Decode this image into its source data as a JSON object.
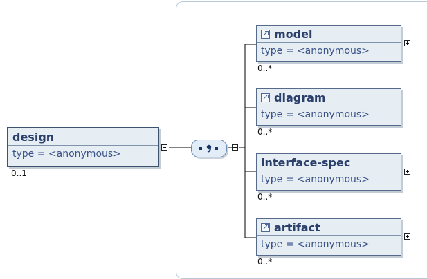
{
  "root": {
    "name": "design",
    "type_text": "type = <anonymous>",
    "occurrence": "0..1"
  },
  "children": [
    {
      "name": "model",
      "type_text": "type = <anonymous>",
      "occurrence": "0..*",
      "reference_icon": true,
      "expandable": true
    },
    {
      "name": "diagram",
      "type_text": "type = <anonymous>",
      "occurrence": "0..*",
      "reference_icon": true,
      "expandable": false
    },
    {
      "name": "interface-spec",
      "type_text": "type = <anonymous>",
      "occurrence": "0..*",
      "reference_icon": false,
      "expandable": true
    },
    {
      "name": "artifact",
      "type_text": "type = <anonymous>",
      "occurrence": "0..*",
      "reference_icon": true,
      "expandable": true
    }
  ],
  "compositor": {
    "kind": "sequence",
    "icon": "sequence-compositor-icon"
  },
  "colors": {
    "node_fill": "#e6eef4",
    "node_border": "#566b8c",
    "title_text": "#2b3f6b"
  }
}
